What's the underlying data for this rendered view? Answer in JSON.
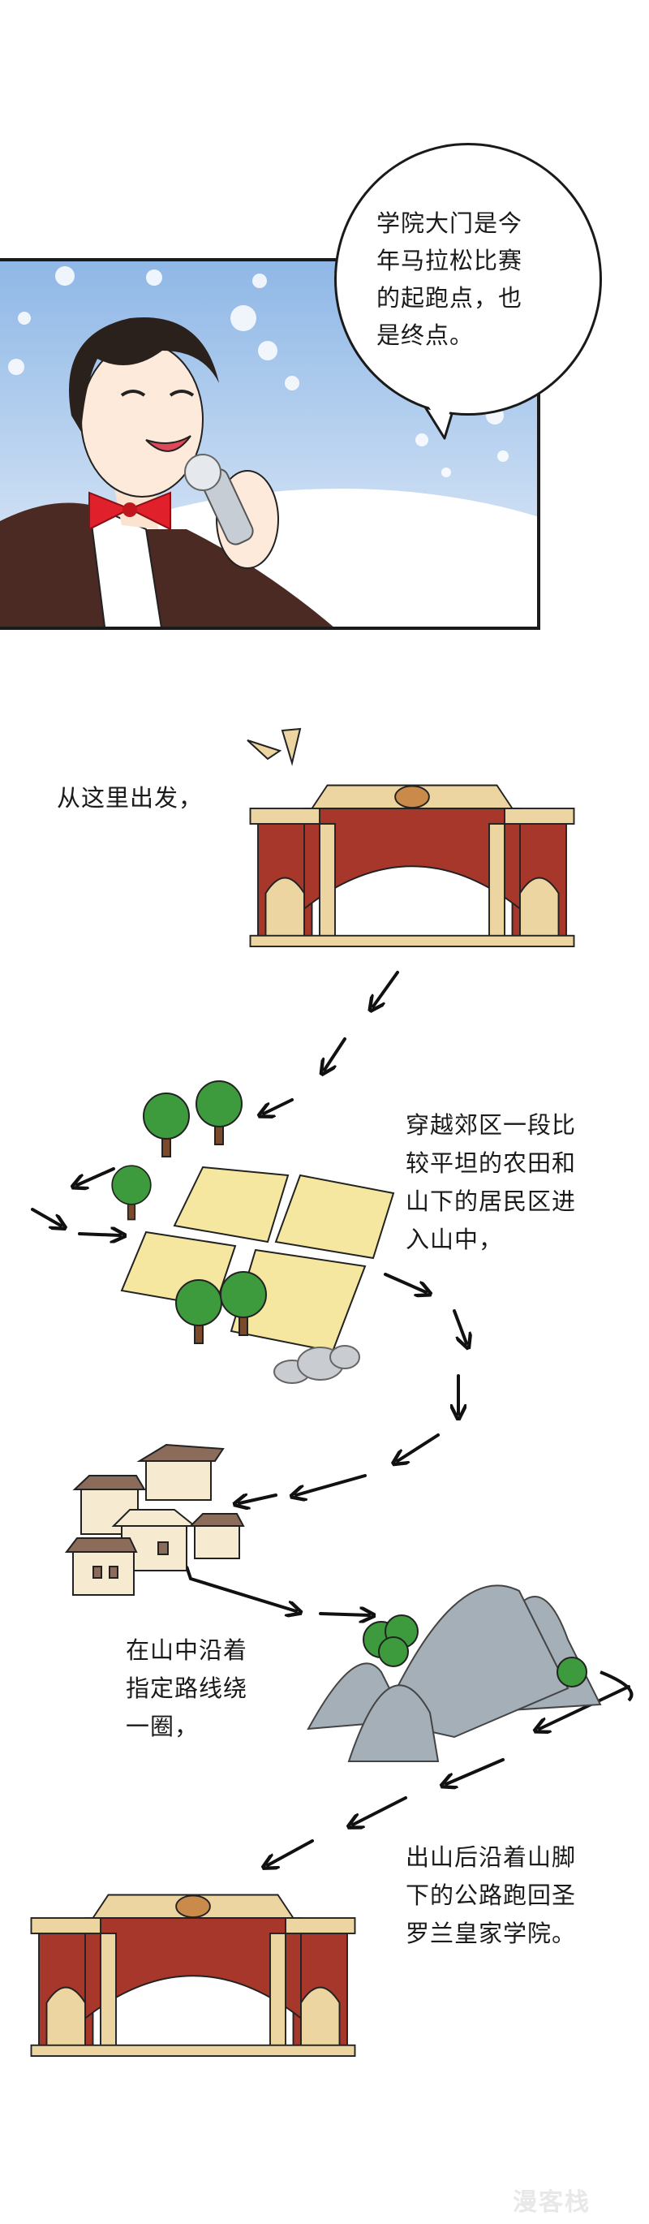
{
  "speech_bubble": {
    "text": "学院大门是今\n年马拉松比赛\n的起跑点，也\n是终点。"
  },
  "captions": {
    "start": "从这里出发，",
    "suburbs": "穿越郊区一段比\n较平坦的农田和\n山下的居民区进\n入山中，",
    "mountain": "在山中沿着\n指定路线绕\n一圈，",
    "return": "出山后沿着山脚\n下的公路跑回圣\n罗兰皇家学院。"
  },
  "watermark": {
    "text": "漫客栈"
  },
  "colors": {
    "gate_red": "#a7372b",
    "gate_cream": "#ecd5a0",
    "tree_green": "#3d9b3d",
    "field_yellow": "#f6e7a0",
    "mountain_gray": "#a4afb8",
    "sky_blue": "#8fb7e6",
    "bowtie_red": "#e0202a",
    "jacket_brown": "#4a2a22"
  }
}
